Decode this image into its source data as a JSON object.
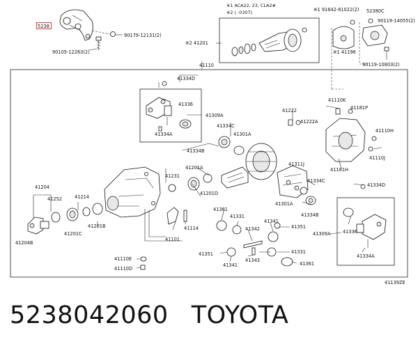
{
  "caption": {
    "part_number": "5238042060",
    "brand": "TOYOTA"
  },
  "highlight_color": "#e23b2e",
  "notes": {
    "note1": "※1 ACA22, 23, CLA2#",
    "note2": "※2 (     -0307)"
  },
  "figure_code": "41139ZE",
  "labels": {
    "l_52380_hl": "5238",
    "l_90105": "90105-12263(2)",
    "l_90179": "90179-12131(2)",
    "l_41201_top": "※2 41201",
    "l_91642": "※1 91642-81022(2)",
    "l_41196": "※1 41196",
    "l_52380_r": "52380C",
    "l_90119a": "90119-14055(2)",
    "l_90119b": "90119-10803(2)",
    "l_41110_top": "41110",
    "l_41334D_a": "41334D",
    "l_41336_a": "41336",
    "l_41309A_a": "41309A",
    "l_41334A_a": "41334A",
    "l_41334C_a": "41334C",
    "l_41301A_a": "41301A",
    "l_41334B_a": "41334B",
    "l_41222": "41222",
    "l_41222A": "41222A",
    "l_41110K": "41110K",
    "l_41181P": "41181P",
    "l_41110H": "41110H",
    "l_41110J": "41110J",
    "l_41181H": "41181H",
    "l_41201A": "41201A",
    "l_41231": "41231",
    "l_41201D": "41201D",
    "l_41311J": "41311J",
    "l_41334C_b": "41334C",
    "l_41301A_b": "41301A",
    "l_41334B_b": "41334B",
    "l_41334D_b": "41334D",
    "l_41204": "41204",
    "l_41252": "41252",
    "l_41214": "41214",
    "l_41201C": "41201C",
    "l_41201B": "41201B",
    "l_41204B": "41204B",
    "l_41114": "41114",
    "l_41101": "41101",
    "l_41361_a": "41361",
    "l_41331_a": "41331",
    "l_41342": "41342",
    "l_41341_a": "41341",
    "l_41351_a": "41351",
    "l_41309A_b": "41309A",
    "l_41336_b": "41336",
    "l_41334A_b": "41334A",
    "l_41110E": "41110E",
    "l_41110D": "41110D",
    "l_41351_b": "41351",
    "l_41341_b": "41341",
    "l_41343": "41343",
    "l_41331_b": "41331",
    "l_41361_b": "41361"
  }
}
